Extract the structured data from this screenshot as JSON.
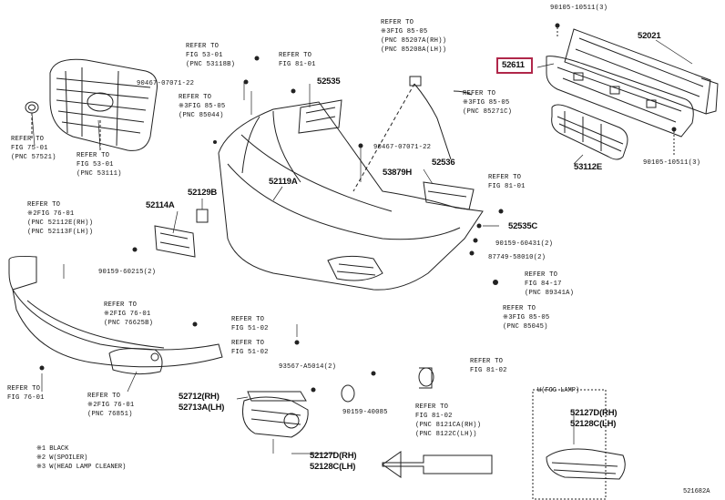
{
  "colors": {
    "line": "#222222",
    "highlight": "#b0274a",
    "background": "#ffffff"
  },
  "part_numbers": {
    "p52021": "52021",
    "p52611": "52611",
    "p52535": "52535",
    "p52119A": "52119A",
    "p52114A": "52114A",
    "p52129B": "52129B",
    "p53879H": "53879H",
    "p52536": "52536",
    "p52535C": "52535C",
    "p53112E": "53112E",
    "p52712": "52712(RH)",
    "p52713A": "52713A(LH)",
    "p52127D_bottom": "52127D(RH)",
    "p52128C_bottom": "52128C(LH)",
    "p52127D_right": "52127D(RH)",
    "p52128C_right": "52128C(LH)"
  },
  "fasteners": {
    "f90105_top": "90105-10511(3)",
    "f90105_right": "90105-10511(3)",
    "f90467_a": "90467-07071-22",
    "f90467_b": "90467-07071-22",
    "f90159_60431": "90159-60431(2)",
    "f87749": "87749-58010(2)",
    "f90159_60215": "90159-60215(2)",
    "f93567": "93567-A5014(2)",
    "f90159_40085": "90159-40085"
  },
  "refs": {
    "r_fig75": "REFER TO\nFIG 75-01\n(PNC 57521)",
    "r_fig53_grille": "REFER TO\nFIG 53-01\n(PNC 53111)",
    "r_fig53_top": "REFER TO\nFIG 53-01\n(PNC 53118B)",
    "r_fig81_a": "REFER TO\nFIG 81-01",
    "r_fig85_top": "REFER TO\n※3FIG 85-05\n(PNC 85207A(RH))\n(PNC 85208A(LH))",
    "r_fig85_hose": "REFER TO\n※3FIG 85-05\n(PNC 85271C)",
    "r_fig85_left": "REFER TO\n※3FIG 85-05\n(PNC 85044)",
    "r_fig76_a": "REFER TO\n※2FIG 76-01\n(PNC 52112E(RH))\n(PNC 52113F(LH))",
    "r_fig81_b": "REFER TO\nFIG 81-01",
    "r_fig84": "REFER TO\nFIG 84-17\n(PNC 89341A)",
    "r_fig85_right": "REFER TO\n※3FIG 85-05\n(PNC 85045)",
    "r_fig76_b": "REFER TO\n※2FIG 76-01\n(PNC 76625B)",
    "r_fig51_a": "REFER TO\nFIG 51-02",
    "r_fig51_b": "REFER TO\nFIG 51-02",
    "r_fig81_c": "REFER TO\nFIG 81-02",
    "r_fig81_d": "REFER TO\nFIG 81-02\n(PNC 8121CA(RH))\n(PNC 8122C(LH))",
    "r_fig76_c": "REFER TO\nFIG 76-01",
    "r_fig76_d": "REFER TO\n※2FIG 76-01\n(PNC 76851)"
  },
  "notes": {
    "n1": "※1 BLACK",
    "n2": "※2 W(SPOILER)",
    "n3": "※3 W(HEAD LAMP CLEANER)",
    "foglamp": "W(FOG LAMP)",
    "figure_id": "521682A"
  }
}
